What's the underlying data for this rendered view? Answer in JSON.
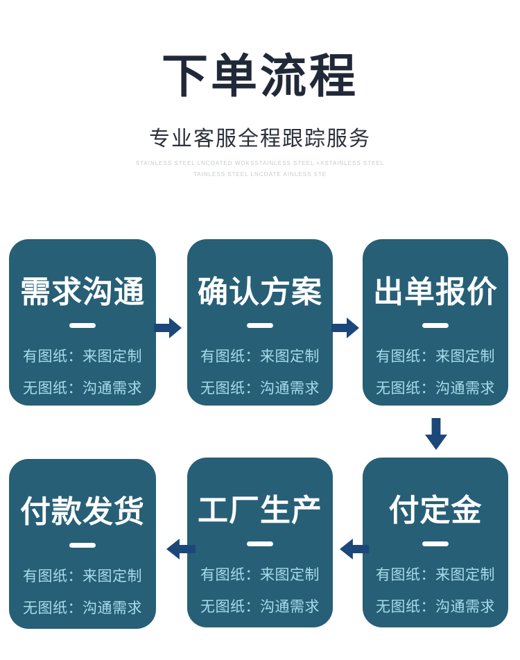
{
  "header": {
    "title": "下单流程",
    "subtitle": "专业客服全程跟踪服务",
    "watermark_line1": "STAINLESS STEEL LNCOATED WOKSSTAINLESS STEEL +XSTAINLESS STEEL",
    "watermark_line2": "TAINLESS STEEL LNCOATE AINLESS STE"
  },
  "flow": {
    "steps": [
      {
        "title": "需求沟通",
        "line1": "有图纸：来图定制",
        "line2": "无图纸：沟通需求"
      },
      {
        "title": "确认方案",
        "line1": "有图纸：来图定制",
        "line2": "无图纸：沟通需求"
      },
      {
        "title": "出单报价",
        "line1": "有图纸：来图定制",
        "line2": "无图纸：沟通需求"
      },
      {
        "title": "付款发货",
        "line1": "有图纸：来图定制",
        "line2": "无图纸：沟通需求"
      },
      {
        "title": "工厂生产",
        "line1": "有图纸：来图定制",
        "line2": "无图纸：沟通需求"
      },
      {
        "title": "付定金",
        "line1": "有图纸：来图定制",
        "line2": "无图纸：沟通需求"
      }
    ],
    "arrow_directions": [
      "right",
      "right",
      "down",
      "left",
      "left"
    ],
    "sequence": [
      "需求沟通",
      "确认方案",
      "出单报价",
      "付定金",
      "工厂生产",
      "付款发货"
    ]
  },
  "colors": {
    "box-teal": "#275f76",
    "arrow-navy": "#1b4779",
    "title-dark": "#212838",
    "subtitle-dark": "#2b303a",
    "box-subtext": "#a7dcec",
    "watermark-gray": "#c8cacc"
  }
}
